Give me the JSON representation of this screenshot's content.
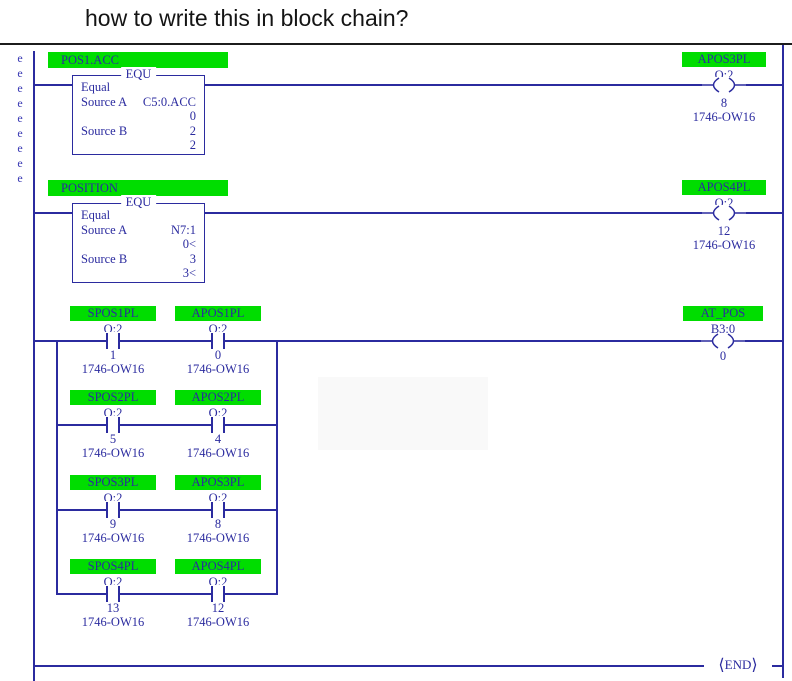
{
  "title": "how to write this in block chain?",
  "colors": {
    "green": "#00dd00",
    "navy": "#2b2b9f",
    "rule": "#1c1c1c"
  },
  "margin_column": {
    "chars": [
      "e",
      "e",
      "e",
      "e",
      "e",
      "e",
      "e",
      "e",
      "e"
    ]
  },
  "rung1": {
    "label": "POS1.ACC",
    "block": {
      "mnemonic": "EQU",
      "name": "Equal",
      "rows": [
        {
          "k": "Source A",
          "v": "C5:0.ACC"
        },
        {
          "k": "",
          "v": "0"
        },
        {
          "k": "Source B",
          "v": "2"
        },
        {
          "k": "",
          "v": "2"
        }
      ]
    },
    "output": {
      "label": "APOS3PL",
      "address": "O:2",
      "bit": "8",
      "module": "1746-OW16"
    }
  },
  "rung2": {
    "label": "POSITION",
    "block": {
      "mnemonic": "EQU",
      "name": "Equal",
      "rows": [
        {
          "k": "Source A",
          "v": "N7:1"
        },
        {
          "k": "",
          "v": "0<"
        },
        {
          "k": "Source B",
          "v": "3"
        },
        {
          "k": "",
          "v": "3<"
        }
      ]
    },
    "output": {
      "label": "APOS4PL",
      "address": "O:2",
      "bit": "12",
      "module": "1746-OW16"
    }
  },
  "rung3": {
    "branches": [
      {
        "contacts": [
          {
            "label": "SPOS1PL",
            "address": "O:2",
            "bit": "1",
            "module": "1746-OW16"
          },
          {
            "label": "APOS1PL",
            "address": "O:2",
            "bit": "0",
            "module": "1746-OW16"
          }
        ]
      },
      {
        "contacts": [
          {
            "label": "SPOS2PL",
            "address": "O:2",
            "bit": "5",
            "module": "1746-OW16"
          },
          {
            "label": "APOS2PL",
            "address": "O:2",
            "bit": "4",
            "module": "1746-OW16"
          }
        ]
      },
      {
        "contacts": [
          {
            "label": "SPOS3PL",
            "address": "O:2",
            "bit": "9",
            "module": "1746-OW16"
          },
          {
            "label": "APOS3PL",
            "address": "O:2",
            "bit": "8",
            "module": "1746-OW16"
          }
        ]
      },
      {
        "contacts": [
          {
            "label": "SPOS4PL",
            "address": "O:2",
            "bit": "13",
            "module": "1746-OW16"
          },
          {
            "label": "APOS4PL",
            "address": "O:2",
            "bit": "12",
            "module": "1746-OW16"
          }
        ]
      }
    ],
    "output": {
      "label": "AT_POS",
      "address": "B3:0",
      "bit": "0"
    }
  },
  "end": {
    "label": "END"
  }
}
